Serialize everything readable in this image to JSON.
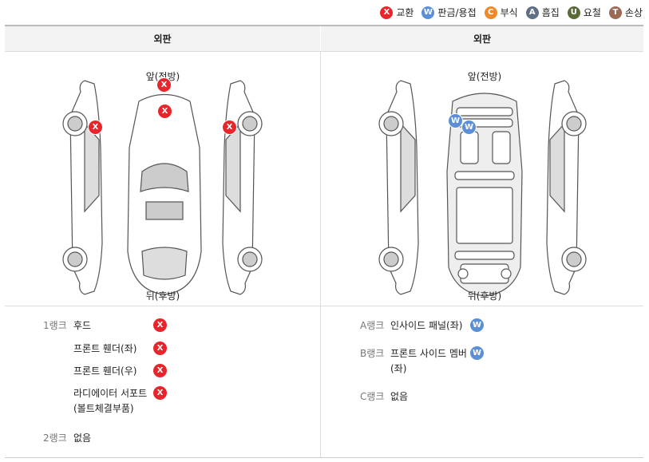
{
  "legend": [
    {
      "code": "X",
      "label": "교환",
      "color": "#e8252b"
    },
    {
      "code": "W",
      "label": "판금/용접",
      "color": "#5b8fd6"
    },
    {
      "code": "C",
      "label": "부식",
      "color": "#ef8a2b"
    },
    {
      "code": "A",
      "label": "흠집",
      "color": "#5f6f86"
    },
    {
      "code": "U",
      "label": "요철",
      "color": "#5a6b3a"
    },
    {
      "code": "T",
      "label": "손상",
      "color": "#9a6a55"
    }
  ],
  "left": {
    "header": "외판",
    "front_label": "앞(전방)",
    "rear_label": "뒤(후방)",
    "ranks": [
      {
        "rank": "1랭크",
        "items": [
          {
            "part": "후드",
            "code": "X"
          },
          {
            "part": "프론트 휀더(좌)",
            "code": "X"
          },
          {
            "part": "프론트 휀더(우)",
            "code": "X"
          },
          {
            "part": "라디에이터 서포트\n(볼트체결부품)",
            "code": "X"
          }
        ]
      },
      {
        "rank": "2랭크",
        "items": [
          {
            "part": "없음",
            "code": ""
          }
        ]
      }
    ]
  },
  "right": {
    "header": "외판",
    "front_label": "앞(전방)",
    "rear_label": "뒤(후방)",
    "ranks": [
      {
        "rank": "A랭크",
        "items": [
          {
            "part": "인사이드 패널(좌)",
            "code": "W"
          }
        ]
      },
      {
        "rank": "B랭크",
        "items": [
          {
            "part": "프론트 사이드 멤버\n(좌)",
            "code": "W"
          }
        ]
      },
      {
        "rank": "C랭크",
        "items": [
          {
            "part": "없음",
            "code": ""
          }
        ]
      }
    ]
  }
}
